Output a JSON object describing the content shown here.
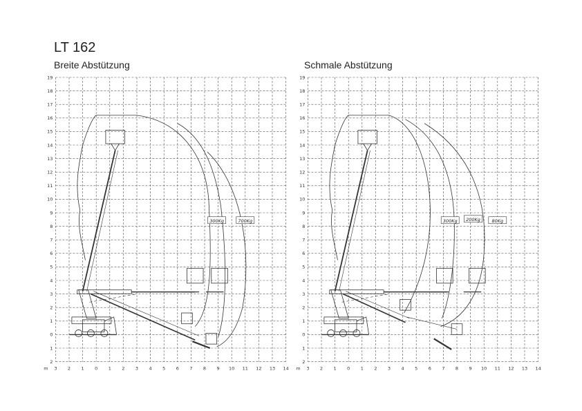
{
  "title": "LT 162",
  "panels": [
    {
      "id": "left",
      "subtitle": "Breite Abstützung",
      "loads": [
        "300Kg",
        "700Kg"
      ]
    },
    {
      "id": "right",
      "subtitle": "Schmale Abstützung",
      "loads": [
        "300Kg",
        "200Kg",
        "80Kg"
      ]
    }
  ],
  "axes": {
    "unit": "m",
    "x_labels": [
      "3",
      "2",
      "1",
      "0",
      "1",
      "2",
      "3",
      "4",
      "5",
      "6",
      "7",
      "8",
      "9",
      "10",
      "11",
      "12",
      "13",
      "14"
    ],
    "y_labels": [
      "19",
      "18",
      "17",
      "16",
      "15",
      "14",
      "13",
      "12",
      "11",
      "10",
      "9",
      "8",
      "7",
      "6",
      "5",
      "4",
      "3",
      "2",
      "1",
      "0",
      "1",
      "2"
    ]
  },
  "colors": {
    "grid": "#555555",
    "line": "#333333"
  }
}
